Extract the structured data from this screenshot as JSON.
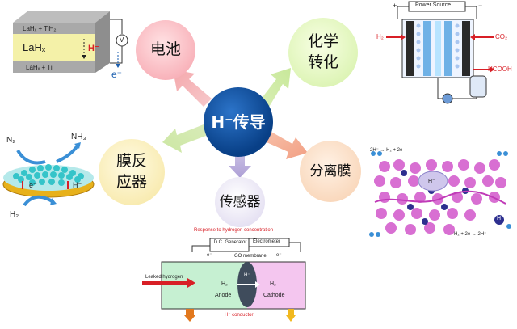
{
  "center": {
    "label": "H⁻传导"
  },
  "nodes": {
    "battery": "电池",
    "chem_line1": "化学",
    "chem_line2": "转化",
    "reactor_line1": "膜反",
    "reactor_line2": "应器",
    "sensor": "传感器",
    "membrane": "分离膜"
  },
  "battery_panel": {
    "top_layer": "LaHₓ + TiH₂",
    "middle_layer": "LaHₓ",
    "ion": "H⁻",
    "bottom_layer": "LaHₓ + Ti",
    "meter": "V",
    "electron": "e⁻"
  },
  "chem_panel": {
    "power_source": "Power  Source",
    "plus": "+",
    "minus": "−",
    "input_left": "H₂",
    "input_right": "CO₂",
    "output": "HCOOH"
  },
  "reactor_panel": {
    "n2": "N₂",
    "nh3": "NH₃",
    "h2": "H₂",
    "electron": "e⁻",
    "hydride": "H⁻"
  },
  "membrane_panel": {
    "top_equation": "2H⁻ → H₂ + 2e",
    "bottom_equation": "H₂ + 2e → 2H⁻",
    "label_left": "H⁻",
    "label_right": "H"
  },
  "sensor_panel": {
    "title": "Response to hydrogen concentration",
    "generator": "D.C. Generator",
    "electrometer": "Electrometer",
    "membrane_label": "GO membrane",
    "leaked": "Leaked  hydrogen",
    "anode": "Anode",
    "cathode": "Cathode",
    "h2_left": "H₂",
    "h2_right": "H₂",
    "ion": "H⁻",
    "conductor": "H⁻ conductor",
    "e_left": "e⁻",
    "e_right": "e⁻"
  },
  "colors": {
    "center": "#0b4a94",
    "battery": "#f6a0aa",
    "chem": "#d3f0a4",
    "reactor": "#f6e59e",
    "sensor": "#dcd6ee",
    "membrane": "#f7cfae",
    "arrow_red": "#d81f26"
  }
}
